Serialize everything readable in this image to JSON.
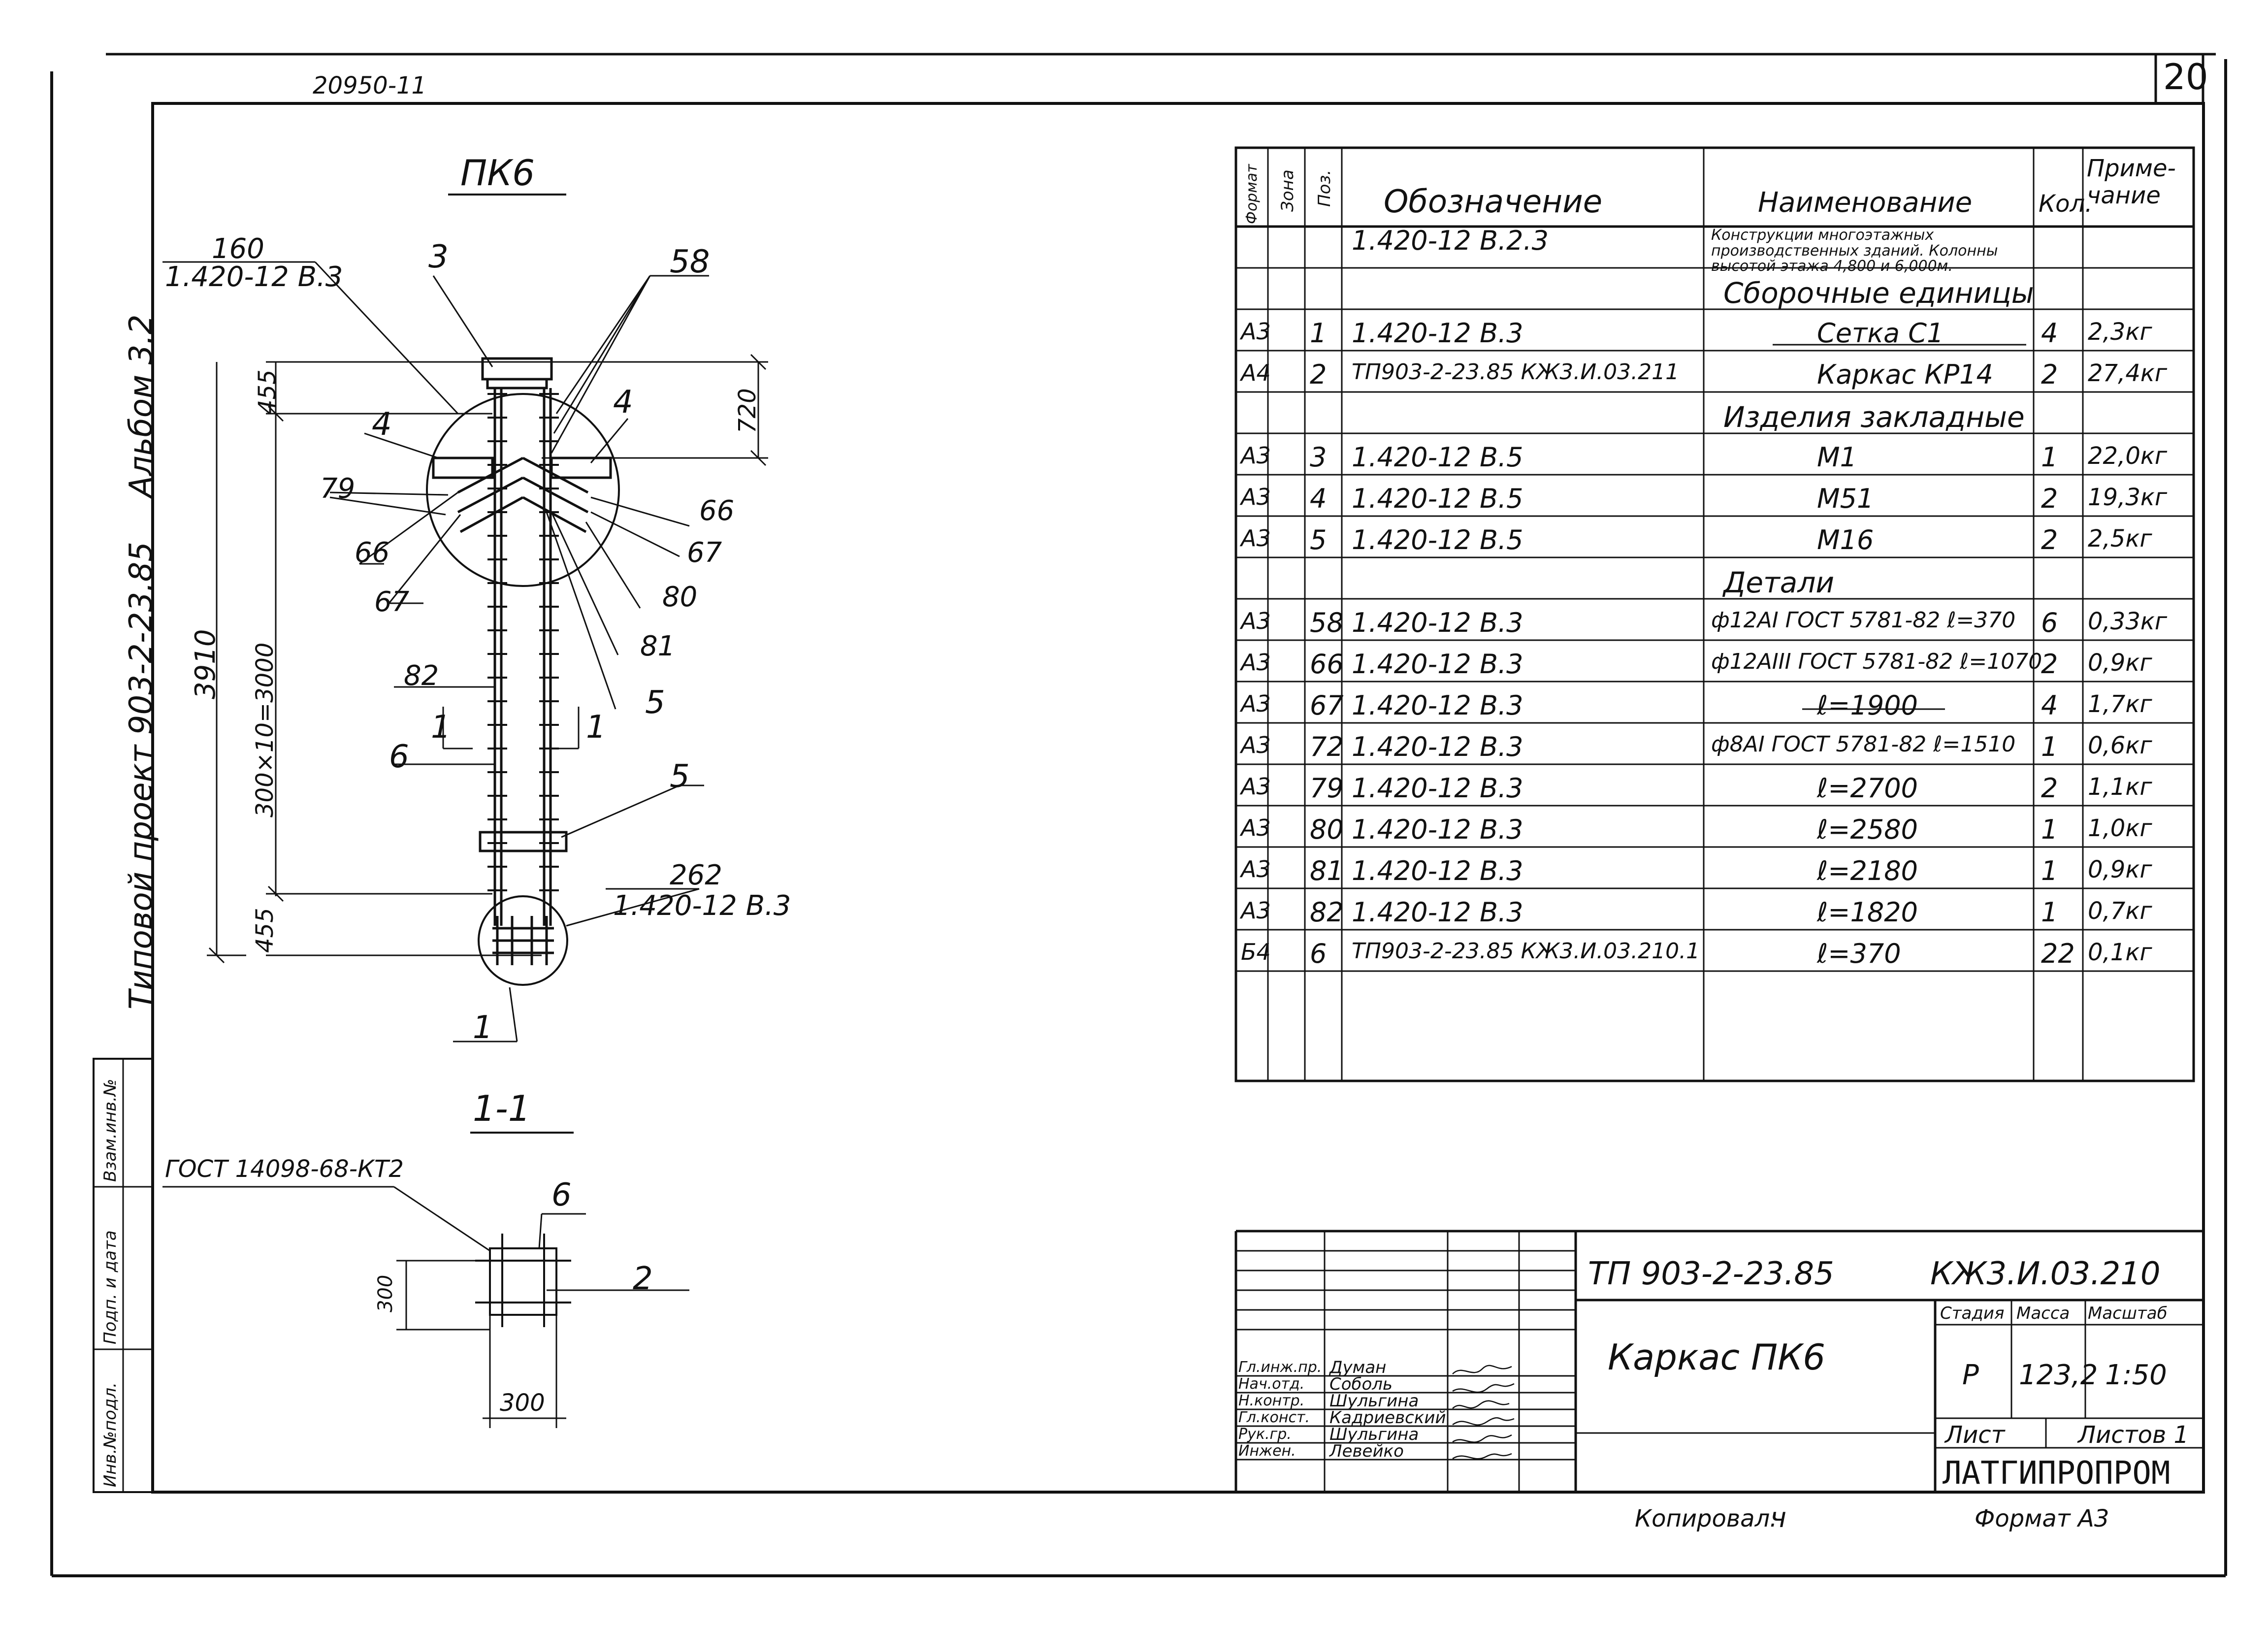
{
  "header": {
    "archive_no": "20950-11",
    "sheet_no": "20",
    "album": "Альбом 3.2",
    "project": "Типовой проект 903-2-23.85"
  },
  "left_stamps": [
    "Инв.№подл.",
    "Подп. и дата",
    "Взам.инв.№"
  ],
  "drawing": {
    "title_main": "ПК6",
    "section_title": "1-1",
    "labels": {
      "p160": "160",
      "ref_top": "1.420-12 В.3",
      "p3": "3",
      "p58": "58",
      "p4a": "4",
      "p4b": "4",
      "p79": "79",
      "p66a": "66",
      "p66b": "66",
      "p67a": "67",
      "p67b": "67",
      "p80": "80",
      "p81": "81",
      "p82": "82",
      "p5a": "5",
      "p5b": "5",
      "p6": "6",
      "p1": "1",
      "sec1a": "1",
      "sec1b": "1",
      "p262": "262",
      "ref_bottom": "1.420-12 В.3"
    },
    "dims": {
      "d455_top": "455",
      "d720": "720",
      "d3910": "3910",
      "d3000": "300×10=3000",
      "d455_bottom": "455"
    },
    "section": {
      "gost": "ГОСТ 14098-68-КТ2",
      "p6": "6",
      "p2": "2",
      "d300v": "300",
      "d300h": "300"
    }
  },
  "spec": {
    "headers": {
      "format": "Формат",
      "zone": "Зона",
      "pos": "Поз.",
      "designation": "Обозначение",
      "name": "Наименование",
      "qty": "Кол.",
      "note": "Приме- чание"
    },
    "rows": [
      {
        "format": "",
        "pos": "",
        "designation": "1.420-12 В.2.3",
        "name": "Конструкции многоэтажных производственных зданий. Колонны высотой этажа 4,800 и 6,000м.",
        "qty": "",
        "note": ""
      },
      {
        "format": "",
        "pos": "",
        "designation": "",
        "name": "Сборочные единицы",
        "qty": "",
        "note": "",
        "section": true
      },
      {
        "format": "А3",
        "pos": "1",
        "designation": "1.420-12 В.3",
        "name": "Сетка С1",
        "qty": "4",
        "note": "2,3кг"
      },
      {
        "format": "А4",
        "pos": "2",
        "designation": "ТП903-2-23.85 КЖ3.И.03.211",
        "name": "Каркас КР14",
        "qty": "2",
        "note": "27,4кг"
      },
      {
        "format": "",
        "pos": "",
        "designation": "",
        "name": "Изделия закладные",
        "qty": "",
        "note": "",
        "section": true
      },
      {
        "format": "А3",
        "pos": "3",
        "designation": "1.420-12 В.5",
        "name": "М1",
        "qty": "1",
        "note": "22,0кг"
      },
      {
        "format": "А3",
        "pos": "4",
        "designation": "1.420-12 В.5",
        "name": "М51",
        "qty": "2",
        "note": "19,3кг"
      },
      {
        "format": "А3",
        "pos": "5",
        "designation": "1.420-12 В.5",
        "name": "М16",
        "qty": "2",
        "note": "2,5кг"
      },
      {
        "format": "",
        "pos": "",
        "designation": "",
        "name": "Детали",
        "qty": "",
        "note": "",
        "section": true
      },
      {
        "format": "А3",
        "pos": "58",
        "designation": "1.420-12 В.3",
        "name": "ф12АI ГОСТ 5781-82 ℓ=370",
        "qty": "6",
        "note": "0,33кг"
      },
      {
        "format": "А3",
        "pos": "66",
        "designation": "1.420-12 В.3",
        "name": "ф12АIII ГОСТ 5781-82 ℓ=1070",
        "qty": "2",
        "note": "0,9кг"
      },
      {
        "format": "А3",
        "pos": "67",
        "designation": "1.420-12 В.3",
        "name": "ℓ=1900",
        "qty": "4",
        "note": "1,7кг"
      },
      {
        "format": "А3",
        "pos": "72",
        "designation": "1.420-12 В.3",
        "name": "ф8АI ГОСТ 5781-82 ℓ=1510",
        "qty": "1",
        "note": "0,6кг"
      },
      {
        "format": "А3",
        "pos": "79",
        "designation": "1.420-12 В.3",
        "name": "ℓ=2700",
        "qty": "2",
        "note": "1,1кг"
      },
      {
        "format": "А3",
        "pos": "80",
        "designation": "1.420-12 В.3",
        "name": "ℓ=2580",
        "qty": "1",
        "note": "1,0кг"
      },
      {
        "format": "А3",
        "pos": "81",
        "designation": "1.420-12 В.3",
        "name": "ℓ=2180",
        "qty": "1",
        "note": "0,9кг"
      },
      {
        "format": "А3",
        "pos": "82",
        "designation": "1.420-12 В.3",
        "name": "ℓ=1820",
        "qty": "1",
        "note": "0,7кг"
      },
      {
        "format": "Б4",
        "pos": "6",
        "designation": "ТП903-2-23.85 КЖ3.И.03.210.1",
        "name": "ℓ=370",
        "qty": "22",
        "note": "0,1кг"
      }
    ]
  },
  "title_block": {
    "project_code": "ТП 903-2-23.85",
    "doc_code": "КЖ3.И.03.210",
    "item_name": "Каркас ПК6",
    "stage_label": "Стадия",
    "mass_label": "Масса",
    "scale_label": "Масштаб",
    "stage": "Р",
    "mass": "123,2",
    "scale": "1:50",
    "sheet_label": "Лист",
    "sheets_label": "Листов 1",
    "org": "ЛАТГИПРОПРОМ",
    "people": [
      {
        "role": "Гл.инж.пр.",
        "name": "Думан"
      },
      {
        "role": "Нач.отд.",
        "name": "Соболь"
      },
      {
        "role": "Н.контр.",
        "name": "Шульгина"
      },
      {
        "role": "Гл.конст.",
        "name": "Кадриевский"
      },
      {
        "role": "Рук.гр.",
        "name": "Шульгина"
      },
      {
        "role": "Инжен.",
        "name": "Левейко"
      }
    ],
    "copied": "Копировал: ",
    "format": "Формат А3"
  }
}
